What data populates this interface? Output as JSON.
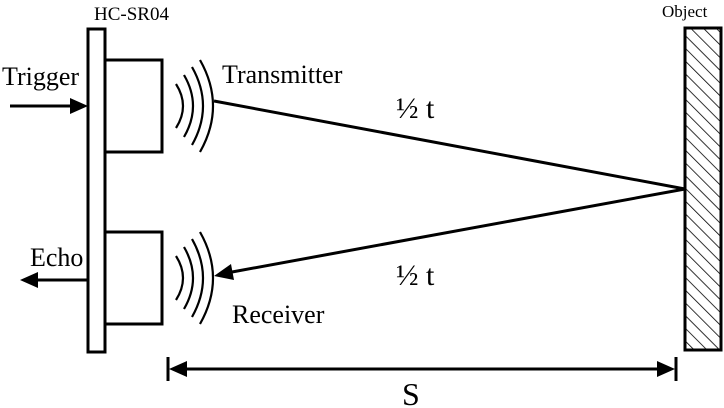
{
  "labels": {
    "sensor": "HC-SR04",
    "object": "Object",
    "trigger": "Trigger",
    "echo": "Echo",
    "transmitter": "Transmitter",
    "receiver": "Receiver",
    "half_t_top": "½ t",
    "half_t_bottom": "½ t",
    "distance": "S"
  },
  "colors": {
    "ink": "#000000",
    "background": "#ffffff"
  }
}
